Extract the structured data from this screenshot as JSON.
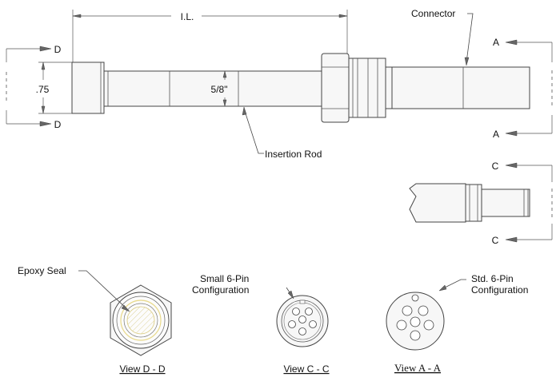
{
  "labels": {
    "insertion_length": "I.L.",
    "connector": "Connector",
    "section_d_top": "D",
    "section_d_bottom": "D",
    "diameter": ".75",
    "rod_diameter": "5/8\"",
    "insertion_rod": "Insertion Rod",
    "section_a_top": "A",
    "section_a_bottom": "A",
    "section_c_top": "C",
    "section_c_bottom": "C",
    "epoxy_seal": "Epoxy Seal",
    "small_pin_line1": "Small 6-Pin",
    "small_pin_line2": "Configuration",
    "std_pin_line1": "Std. 6-Pin",
    "std_pin_line2": "Configuration",
    "view_dd": "View D - D",
    "view_cc": "View C - C",
    "view_aa": "View A - A"
  }
}
